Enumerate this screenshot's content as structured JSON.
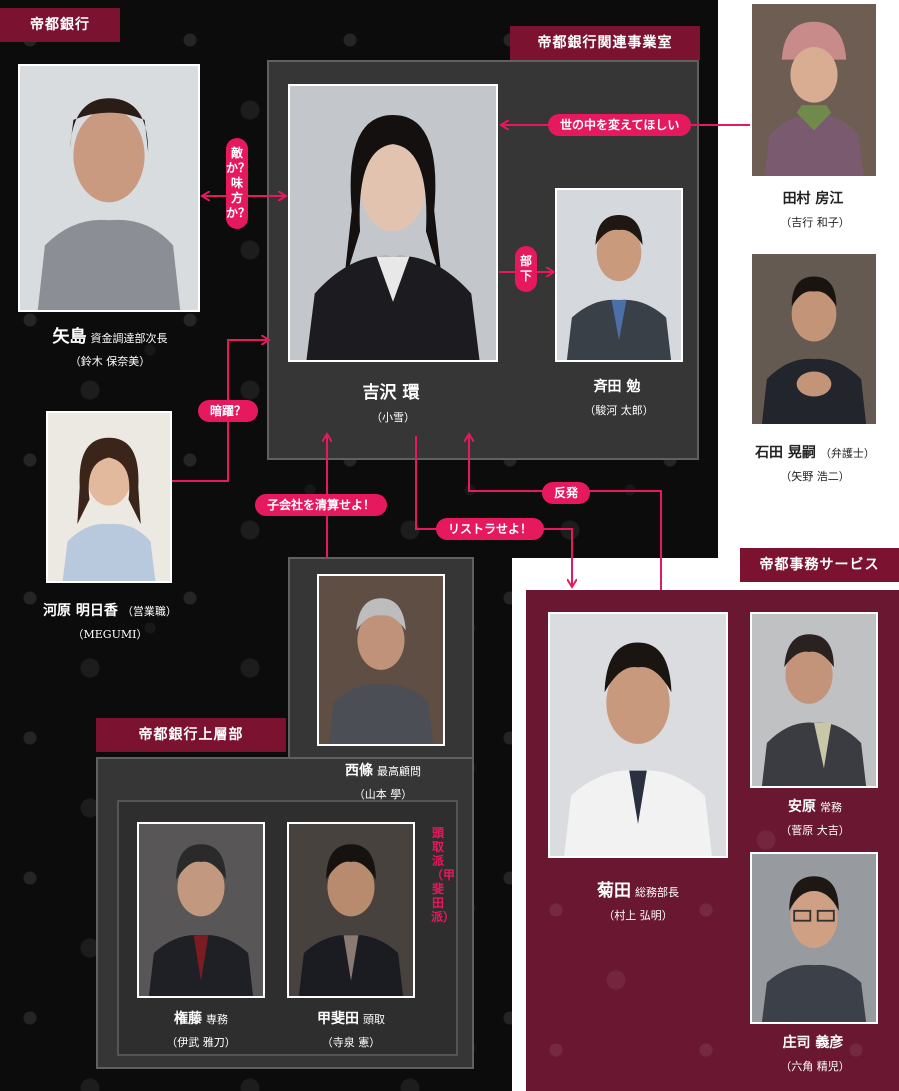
{
  "groups": {
    "teito": "帝都銀行",
    "kanren": "帝都銀行関連事業室",
    "jimu": "帝都事務サービス",
    "joso": "帝都銀行上層部"
  },
  "people": {
    "yoshizawa": {
      "name": "吉沢 環",
      "role": "",
      "actor": "（小雪）"
    },
    "yajima": {
      "name": "矢島",
      "role": "資金調達部次長",
      "actor": "（鈴木 保奈美）"
    },
    "kawahara": {
      "name": "河原 明日香",
      "role": "（営業職）",
      "actor": "（MEGUMI）"
    },
    "saida": {
      "name": "斉田 勉",
      "role": "",
      "actor": "（駿河 太郎）"
    },
    "tamura": {
      "name": "田村 房江",
      "role": "",
      "actor": "（吉行 和子）"
    },
    "ishida": {
      "name": "石田 晃嗣",
      "role": "（弁護士）",
      "actor": "（矢野 浩二）"
    },
    "saijo": {
      "name": "西條",
      "role": "最高顧問",
      "actor": "（山本 學）"
    },
    "gondo": {
      "name": "権藤",
      "role": "専務",
      "actor": "（伊武 雅刀）"
    },
    "kaida": {
      "name": "甲斐田",
      "role": "頭取",
      "actor": "（寺泉 憲）"
    },
    "kikuta": {
      "name": "菊田",
      "role": "総務部長",
      "actor": "（村上 弘明）"
    },
    "yasuhara": {
      "name": "安原",
      "role": "常務",
      "actor": "（菅原 大吉）"
    },
    "shoji": {
      "name": "庄司 義彦",
      "role": "",
      "actor": "（六角 精児）"
    }
  },
  "relations": {
    "tekamikata": "敵か？味方か？",
    "buka": "部下",
    "yononaka": "世の中を変えてほしい",
    "anyaku": "暗躍？",
    "kogaisha": "子会社を清算せよ！",
    "hanpatsu": "反発",
    "restra": "リストラせよ！"
  },
  "faction_label": "頭取派（甲斐田派）",
  "colors": {
    "accent": "#e6195e",
    "group_tab": "#7a1230",
    "jimu_bg": "#6a1832"
  }
}
